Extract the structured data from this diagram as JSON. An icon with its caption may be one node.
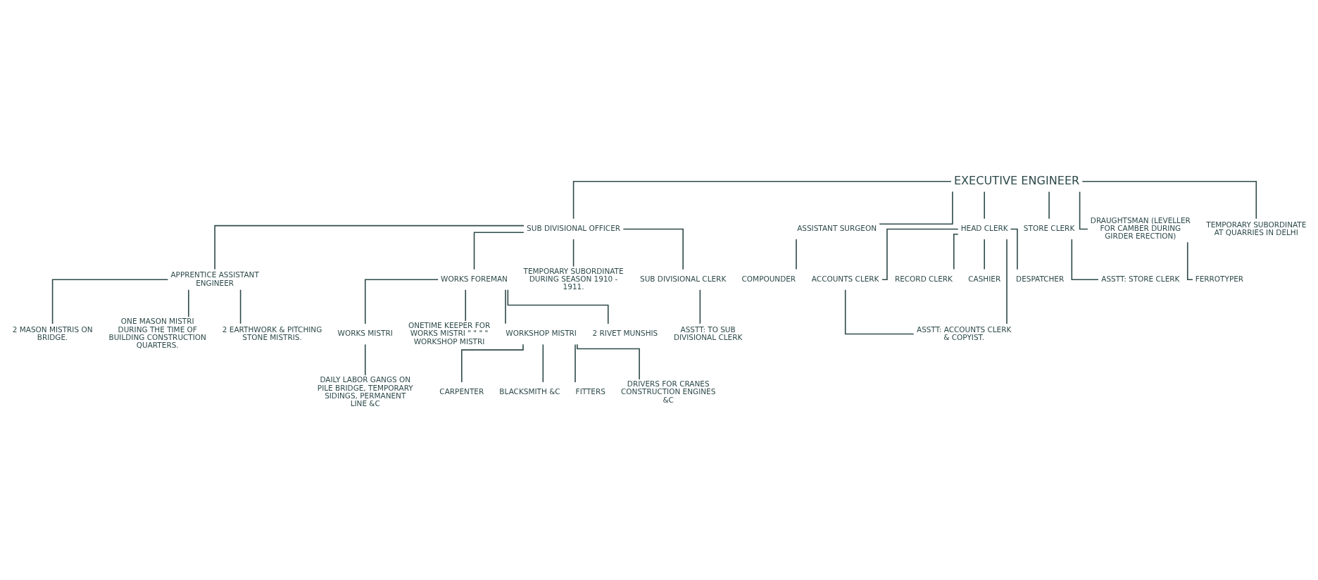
{
  "diagram": {
    "nodes": [
      {
        "text": [
          "EXECUTIVE ENGINEER"
        ]
      },
      {
        "text": [
          "SUB DIVISIONAL OFFICER"
        ]
      },
      {
        "text": [
          "ASSISTANT SURGEON"
        ]
      },
      {
        "text": [
          "HEAD CLERK"
        ]
      },
      {
        "text": [
          "STORE CLERK"
        ]
      },
      {
        "text": [
          "DRAUGHTSMAN (LEVELLER FOR CAMBER DURING GIRDER ERECTION)"
        ]
      },
      {
        "text": [
          "TEMPORARY SUBORDINATE AT QUARRIES IN DELHI"
        ]
      },
      {
        "text": [
          "COMPOUNDER"
        ]
      },
      {
        "text": [
          "ACCOUNTS CLERK"
        ]
      },
      {
        "text": [
          "RECORD CLERK"
        ]
      },
      {
        "text": [
          "CASHIER"
        ]
      },
      {
        "text": [
          "DESPATCHER"
        ]
      },
      {
        "text": [
          "ASSTT: STORE CLERK"
        ]
      },
      {
        "text": [
          "FERROTYPER"
        ]
      },
      {
        "text": [
          "ASSTT: ACCOUNTS CLERK & COPYIST."
        ]
      },
      {
        "text": [
          "APPRENTICE ASSISTANT ENGINEER"
        ]
      },
      {
        "text": [
          "WORKS FOREMAN"
        ]
      },
      {
        "text": [
          "TEMPORARY SUBORDINATE DURING SEASON 1910 - 1911."
        ]
      },
      {
        "text": [
          "SUB DIVISIONAL CLERK"
        ]
      },
      {
        "text": [
          "2 MASON MISTRIS ON BRIDGE."
        ]
      },
      {
        "text": [
          "ONE MASON MISTRI DURING THE TIME OF BUILDING CONSTRUCTION QUARTERS."
        ]
      },
      {
        "text": [
          "2 EARTHWORK & PITCHING STONE MISTRIS."
        ]
      },
      {
        "text": [
          "WORKS MISTRI"
        ]
      },
      {
        "text": [
          "ONETIME KEEPER FOR WORKS MISTRI \" \" \" \" WORKSHOP MISTRI"
        ]
      },
      {
        "text": [
          "WORKSHOP MISTRI"
        ]
      },
      {
        "text": [
          "2 RIVET MUNSHIS"
        ]
      },
      {
        "text": [
          "ASSTT: TO SUB DIVISIONAL CLERK"
        ]
      },
      {
        "text": [
          "DAILY LABOR GANGS ON PILE BRIDGE, TEMPORARY SIDINGS, PERMANENT LINE &C"
        ]
      },
      {
        "text": [
          "CARPENTER"
        ]
      },
      {
        "text": [
          "BLACKSMITH &C"
        ]
      },
      {
        "text": [
          "FITTERS"
        ]
      },
      {
        "text": [
          "DRIVERS FOR CRANES CONSTRUCTION ENGINES &C"
        ]
      }
    ],
    "edges": [
      {
        "from": 0,
        "to": 1,
        "arrow": "none"
      },
      {
        "from": 0,
        "to": 2,
        "arrow": "none"
      },
      {
        "from": 0,
        "to": 3,
        "arrow": "none"
      },
      {
        "from": 0,
        "to": 4,
        "arrow": "none"
      },
      {
        "from": 0,
        "to": 5,
        "arrow": "none"
      },
      {
        "from": 0,
        "to": 6,
        "arrow": "none"
      },
      {
        "from": 2,
        "to": 7,
        "arrow": "none"
      },
      {
        "from": 3,
        "to": 8,
        "arrow": "none"
      },
      {
        "from": 3,
        "to": 14,
        "arrow": "none"
      },
      {
        "from": 3,
        "to": 9,
        "arrow": "none"
      },
      {
        "from": 3,
        "to": 10,
        "arrow": "none"
      },
      {
        "from": 3,
        "to": 11,
        "arrow": "none"
      },
      {
        "from": 8,
        "to": 14,
        "arrow": "none"
      },
      {
        "from": 4,
        "to": 12,
        "arrow": "none"
      },
      {
        "from": 5,
        "to": 13,
        "arrow": "none"
      },
      {
        "from": 1,
        "to": 15,
        "arrow": "none"
      },
      {
        "from": 1,
        "to": 16,
        "arrow": "none"
      },
      {
        "from": 1,
        "to": 17,
        "arrow": "none"
      },
      {
        "from": 1,
        "to": 18,
        "arrow": "none"
      },
      {
        "from": 15,
        "to": 19,
        "arrow": "none"
      },
      {
        "from": 15,
        "to": 20,
        "arrow": "none"
      },
      {
        "from": 15,
        "to": 21,
        "arrow": "none"
      },
      {
        "from": 16,
        "to": 22,
        "arrow": "none"
      },
      {
        "from": 16,
        "to": 23,
        "arrow": "none"
      },
      {
        "from": 16,
        "to": 24,
        "arrow": "none"
      },
      {
        "from": 16,
        "to": 25,
        "arrow": "none"
      },
      {
        "from": 18,
        "to": 26,
        "arrow": "none"
      },
      {
        "from": 22,
        "to": 27,
        "arrow": "none"
      },
      {
        "from": 24,
        "to": 28,
        "arrow": "none"
      },
      {
        "from": 24,
        "to": 29,
        "arrow": "none"
      },
      {
        "from": 24,
        "to": 30,
        "arrow": "none"
      },
      {
        "from": 24,
        "to": 31,
        "arrow": "none"
      }
    ]
  }
}
